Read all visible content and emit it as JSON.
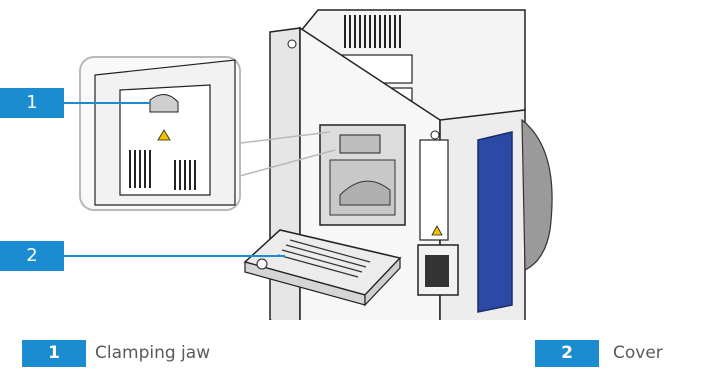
{
  "callouts": [
    {
      "number": "1"
    },
    {
      "number": "2"
    }
  ],
  "legend": [
    {
      "number": "1",
      "label": "Clamping jaw"
    },
    {
      "number": "2",
      "label": "Cover"
    }
  ],
  "colors": {
    "accent": "#1b8ccf",
    "device_blue": "#2b4aa6",
    "text": "#5a5a5a"
  }
}
